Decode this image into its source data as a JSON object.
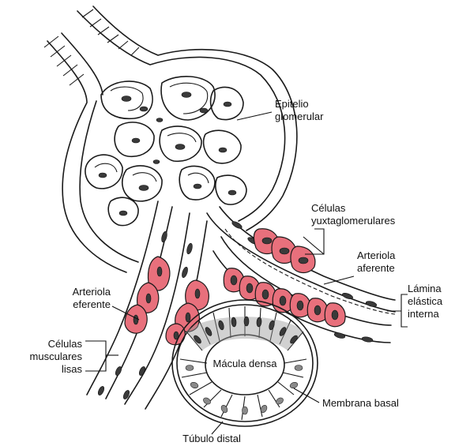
{
  "diagram": {
    "colors": {
      "juxtaglomerular_cells": "#e8707c",
      "cell_nucleus": "#3a3a3a",
      "ink": "#1a1a1a",
      "background": "#ffffff"
    },
    "labels": {
      "epitelio_1": "Epitelio",
      "epitelio_2": "glomerular",
      "celulas_1": "Células",
      "celulas_2": "yuxtaglomerulares",
      "aferente_1": "Arteriola",
      "aferente_2": "aferente",
      "lamina_1": "Lámina",
      "lamina_2": "elástica",
      "lamina_3": "interna",
      "eferente_1": "Arteriola",
      "eferente_2": "eferente",
      "musc_1": "Células",
      "musc_2": "musculares",
      "musc_3": "lisas",
      "macula": "Mácula densa",
      "membrana": "Membrana basal",
      "tubulo": "Túbulo distal"
    }
  }
}
